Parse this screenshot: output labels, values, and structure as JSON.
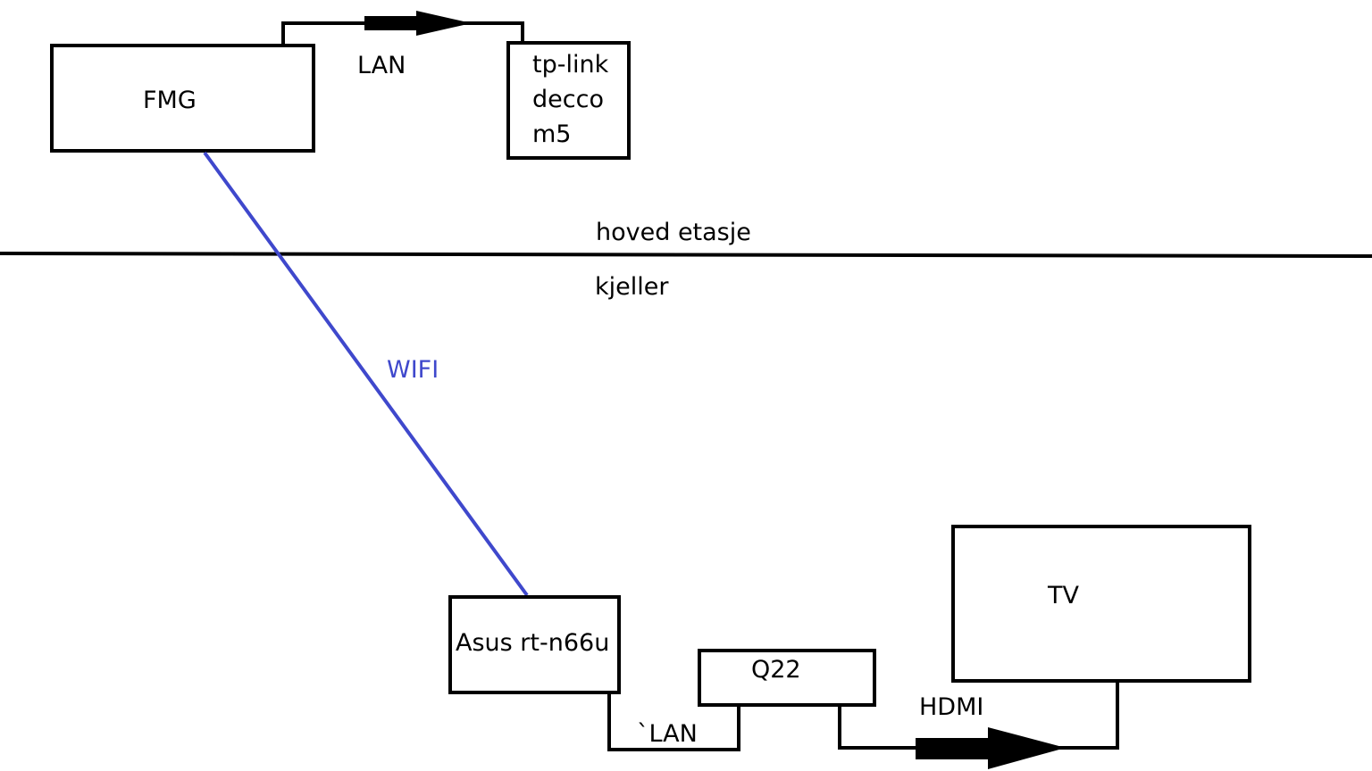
{
  "nodes": {
    "fmg": {
      "label": "FMG"
    },
    "tplink": {
      "lines": [
        "tp-link",
        "decco",
        "m5"
      ]
    },
    "asus": {
      "label": "Asus rt-n66u"
    },
    "q22": {
      "label": "Q22"
    },
    "tv": {
      "label": "TV"
    }
  },
  "floors": {
    "upper": "hoved etasje",
    "lower": "kjeller"
  },
  "connections": {
    "fmg_tplink": "LAN",
    "wifi": "WIFI",
    "asus_q22": "`LAN",
    "q22_tv": "HDMI"
  },
  "colors": {
    "wifi": "#3f48cc",
    "line": "#000000"
  }
}
